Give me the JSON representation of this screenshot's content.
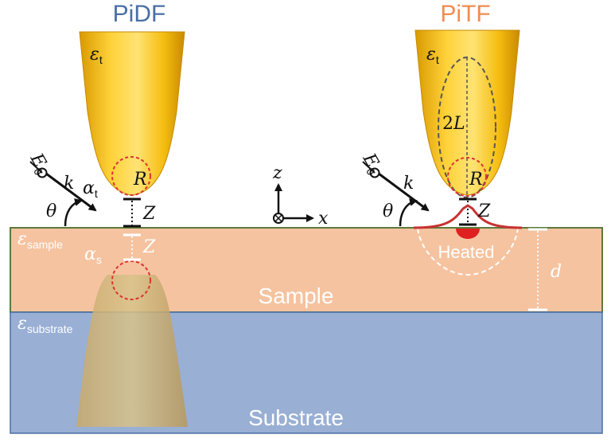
{
  "titles": {
    "left": "PiDF",
    "right": "PiTF"
  },
  "title_colors": {
    "left": "#4a6fa5",
    "right": "#f08c50"
  },
  "layers": {
    "sample_label": "Sample",
    "substrate_label": "Substrate",
    "sample_color": "#f6c3a0",
    "substrate_color": "#99afd4"
  },
  "symbols": {
    "eps": "ε",
    "eps_tip_sub": "t",
    "eps_sample_sub": "sample",
    "eps_substrate_sub": "substrate",
    "alpha": "α",
    "alpha_t_sub": "t",
    "alpha_s_sub": "s",
    "E": "E",
    "E_sub": "0",
    "k": "k",
    "theta": "θ",
    "R": "R",
    "Z": "Z",
    "L_prefix": "2",
    "L": "L",
    "d": "d",
    "axis_z": "z",
    "axis_x": "x"
  },
  "heated_label": "Heated"
}
